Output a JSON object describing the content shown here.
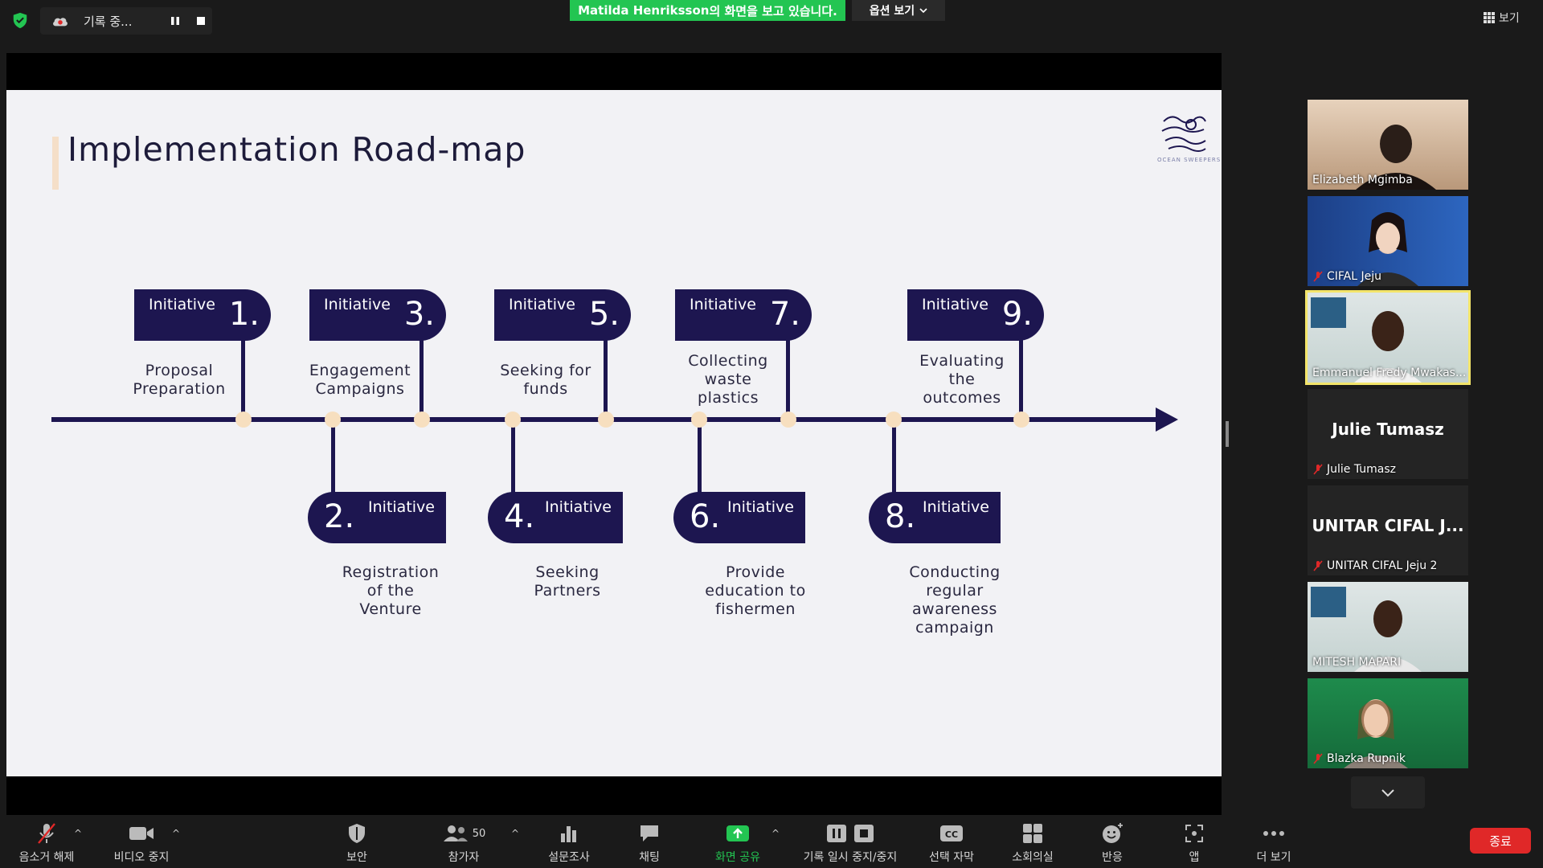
{
  "topbar": {
    "recording_label": "기록 중...",
    "share_banner_name": "Matilda  Henriksson",
    "share_banner_suffix": "의 화면을 보고 있습니다.",
    "view_options_label": "옵션 보기",
    "view_label": "보기"
  },
  "slide": {
    "title": "Implementation Road-map",
    "logo_text": "OCEAN SWEEPERS",
    "initiative_word": "Initiative",
    "initiatives_top": [
      {
        "num": "1.",
        "label": "Proposal\nPreparation"
      },
      {
        "num": "3.",
        "label": "Engagement\nCampaigns"
      },
      {
        "num": "5.",
        "label": "Seeking for\nfunds"
      },
      {
        "num": "7.",
        "label": "Collecting\nwaste\nplastics"
      },
      {
        "num": "9.",
        "label": "Evaluating\nthe\noutcomes"
      }
    ],
    "initiatives_bottom": [
      {
        "num": "2.",
        "label": "Registration\nof the\nVenture"
      },
      {
        "num": "4.",
        "label": "Seeking\nPartners"
      },
      {
        "num": "6.",
        "label": "Provide\neducation to\nfishermen"
      },
      {
        "num": "8.",
        "label": "Conducting\nregular\nawareness\ncampaign"
      }
    ]
  },
  "participants": [
    {
      "name": "Elizabeth Mgimba",
      "muted": false,
      "type": "video"
    },
    {
      "name": "CIFAL Jeju",
      "muted": true,
      "type": "video"
    },
    {
      "name": "Emmanuel Fredy Mwakas...",
      "muted": false,
      "type": "video",
      "active": true
    },
    {
      "name": "Julie Tumasz",
      "muted": true,
      "type": "name",
      "display": "Julie Tumasz"
    },
    {
      "name": "UNITAR CIFAL Jeju 2",
      "muted": true,
      "type": "name",
      "display": "UNITAR CIFAL J..."
    },
    {
      "name": "MITESH MAPARI",
      "muted": false,
      "type": "video"
    },
    {
      "name": "Blazka Rupnik",
      "muted": true,
      "type": "video"
    }
  ],
  "toolbar": {
    "unmute": "음소거 해제",
    "stop_video": "비디오 중지",
    "security": "보안",
    "participants": "참가자",
    "participants_count": "50",
    "polls": "설문조사",
    "chat": "채팅",
    "share_screen": "화면 공유",
    "recording": "기록 일시 중지/중지",
    "captions": "선택 자막",
    "breakout": "소회의실",
    "reactions": "반응",
    "apps": "앱",
    "more": "더 보기",
    "end": "종료"
  },
  "colors": {
    "navy": "#1d1650",
    "peach": "#f7dfbf",
    "zoom_green": "#23c552",
    "end_red": "#e02828"
  }
}
